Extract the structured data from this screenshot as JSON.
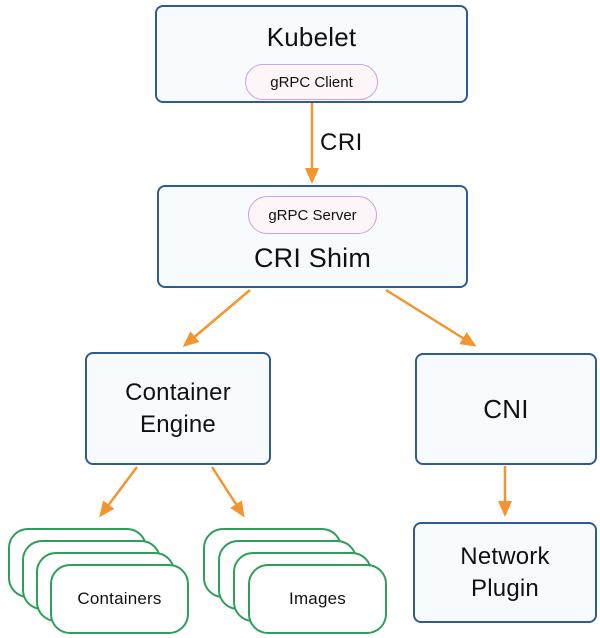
{
  "colors": {
    "box_border": "#2E5C8F",
    "box_fill": "#F8FBFE",
    "pill_border": "#C9A3DC",
    "pill_fill": "#FDF5F8",
    "arrow": "#F2952F",
    "green": "#2E9E5A",
    "text": "#111111"
  },
  "nodes": {
    "kubelet": {
      "label": "Kubelet"
    },
    "grpc_client": {
      "label": "gRPC Client"
    },
    "grpc_server": {
      "label": "gRPC Server"
    },
    "cri_shim": {
      "label": "CRI Shim"
    },
    "container_engine": {
      "label": "Container Engine"
    },
    "cni": {
      "label": "CNI"
    },
    "network_plugin": {
      "label": "Network Plugin"
    },
    "containers": {
      "label": "Containers"
    },
    "images": {
      "label": "Images"
    }
  },
  "edges": [
    {
      "from": "gRPC Client",
      "to": "CRI Shim",
      "label": "CRI"
    },
    {
      "from": "CRI Shim",
      "to": "Container Engine",
      "label": ""
    },
    {
      "from": "CRI Shim",
      "to": "CNI",
      "label": ""
    },
    {
      "from": "Container Engine",
      "to": "Containers",
      "label": ""
    },
    {
      "from": "Container Engine",
      "to": "Images",
      "label": ""
    },
    {
      "from": "CNI",
      "to": "Network Plugin",
      "label": ""
    }
  ]
}
